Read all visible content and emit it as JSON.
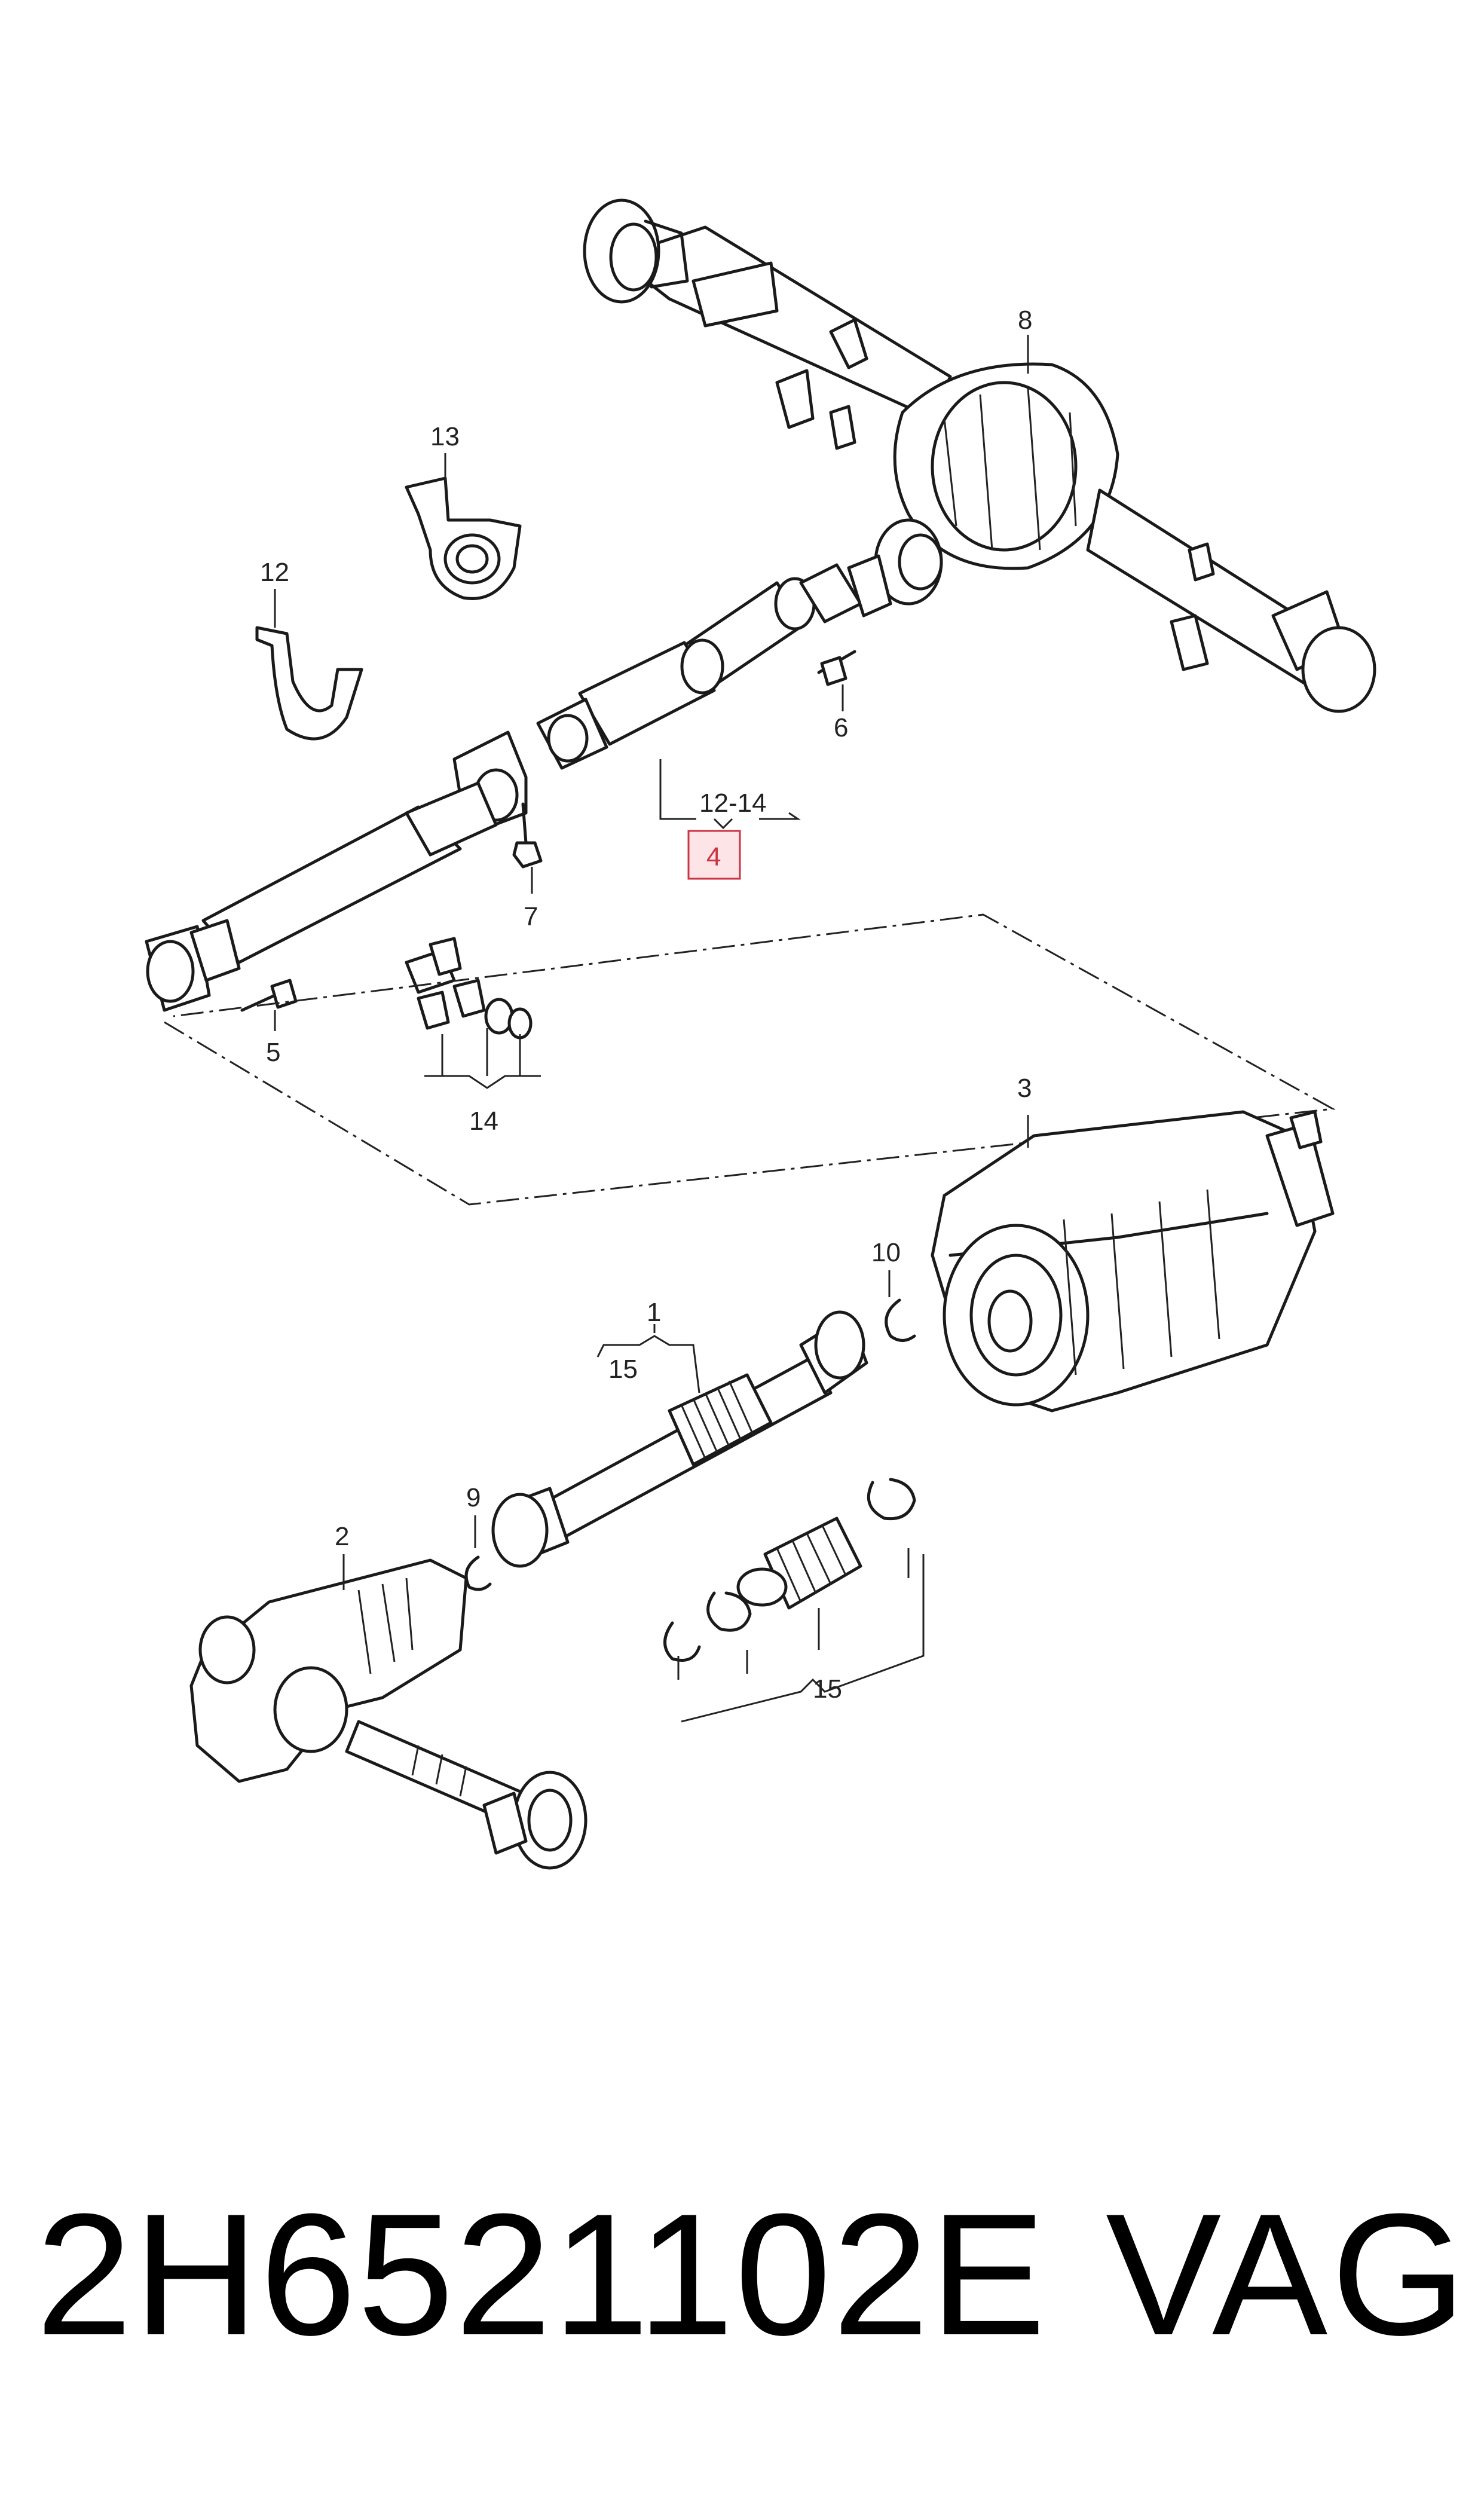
{
  "callouts": {
    "c1": "1",
    "c2": "2",
    "c3": "3",
    "c4": "4",
    "c5": "5",
    "c6": "6",
    "c7": "7",
    "c8": "8",
    "c9": "9",
    "c10": "10",
    "c12": "12",
    "c13": "13",
    "c14": "14",
    "c12_14": "12-14",
    "c15_a": "15",
    "c15_b": "15"
  },
  "highlight": {
    "callout": "4",
    "color": "#cc3344",
    "fill": "#fde4e6"
  },
  "footer": {
    "part_number": "2H6521102E",
    "brand": "VAG"
  }
}
